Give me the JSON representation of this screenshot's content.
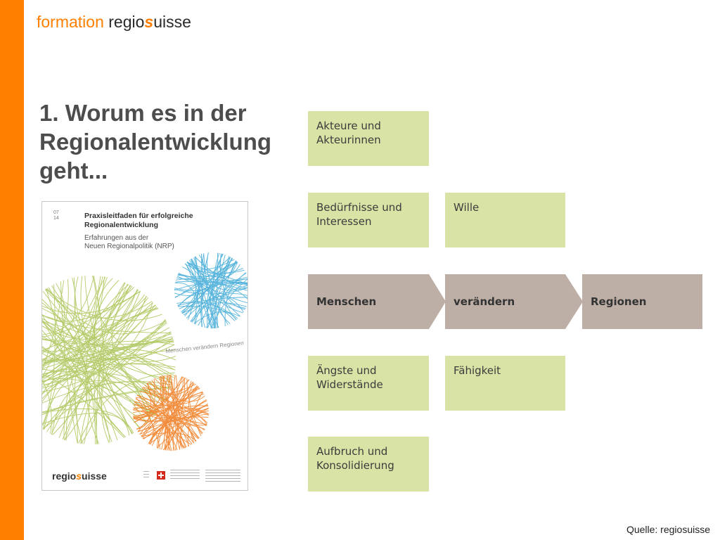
{
  "header": {
    "logo_word1": "formation",
    "logo_word2_prefix": "regio",
    "logo_mark": "s",
    "logo_word2_suffix": "uisse"
  },
  "title": {
    "lines": [
      "1. Worum es in der",
      "Regionalentwicklung",
      "geht..."
    ]
  },
  "booklet": {
    "issue_lines": [
      "07",
      "14"
    ],
    "title_lines": [
      "Praxisleitfaden für erfolgreiche",
      "Regionalentwicklung"
    ],
    "subtitle_lines": [
      "Erfahrungen aus der",
      "Neuen Regionalpolitik (NRP)"
    ],
    "caption": "Menschen verändern Regionen",
    "logo_prefix": "regio",
    "logo_mark": "s",
    "logo_suffix": "uisse"
  },
  "diagram": {
    "actors": [
      "Akteure und",
      "Akteurinnen"
    ],
    "needs": [
      "Bedürfnisse und",
      "Interessen"
    ],
    "will": [
      "Wille"
    ],
    "chain": [
      "Menschen",
      "verändern",
      "Regionen"
    ],
    "fears": [
      "Ängste und",
      "Widerstände"
    ],
    "ability": [
      "Fähigkeit"
    ],
    "departure": [
      "Aufbruch und",
      "Konsolidierung"
    ]
  },
  "colors": {
    "accent": "#ff7f00",
    "box_green": "#d8e3a5",
    "chevron_taupe": "#bdafa6",
    "text_grey": "#4d4d4d"
  },
  "source": "Quelle: regiosuisse"
}
